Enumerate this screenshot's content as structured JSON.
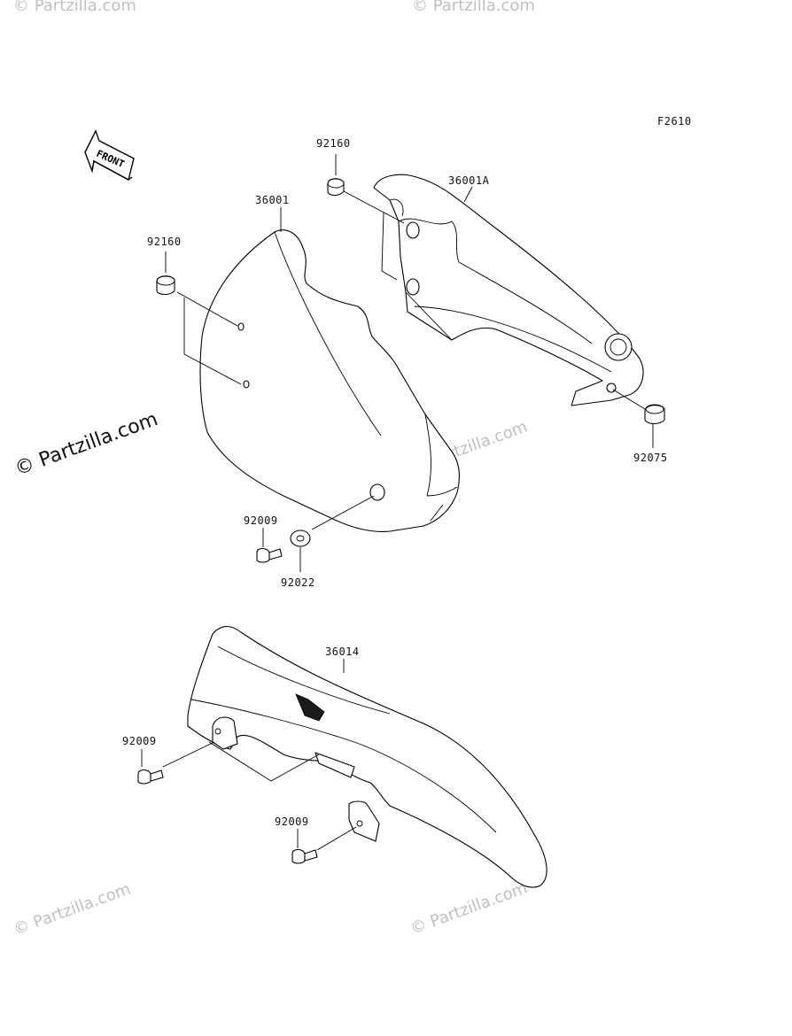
{
  "diagram_code": "F2610",
  "front_label": "FRONT",
  "watermark_main": "© Partzilla.com",
  "watermark_faint": "© Partzilla.com",
  "parts": {
    "p92160_top": "92160",
    "p36001A": "36001A",
    "p36001": "36001",
    "p92160_left": "92160",
    "p92075": "92075",
    "p92009_mid": "92009",
    "p92022": "92022",
    "p36014": "36014",
    "p92009_left": "92009",
    "p92009_bottom": "92009"
  }
}
